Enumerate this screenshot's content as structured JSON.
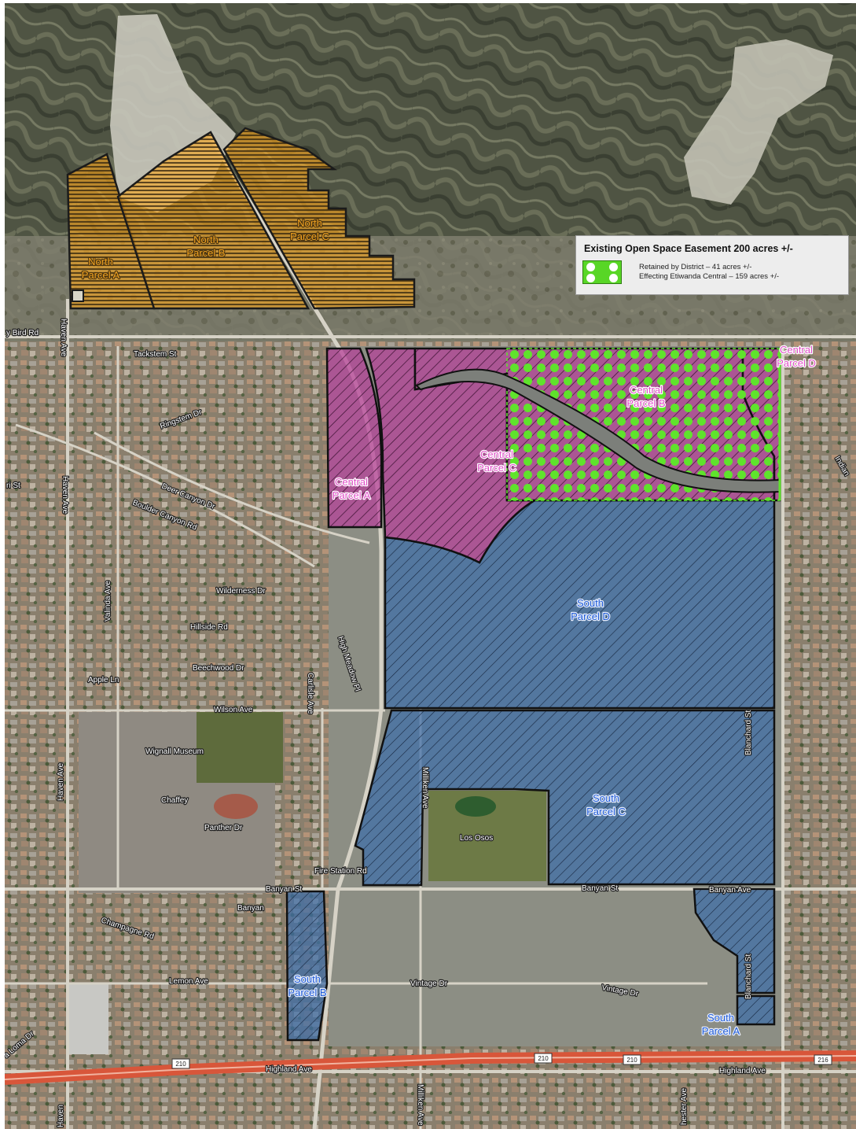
{
  "legend": {
    "title": "Existing Open Space Easement 200 acres +/-",
    "line1": "Retained by District – 41 acres +/-",
    "line2": "Effecting Etiwanda Central – 159 acres +/-",
    "swatch_color": "#58d626"
  },
  "colors": {
    "north": "#f2a321",
    "central": "#c85aa8",
    "south": "#3f6fa8",
    "easement_dots": "#5fe32c",
    "freeway": "#d8563a"
  },
  "parcels": {
    "north_a": [
      "North",
      "Parcel A"
    ],
    "north_b": [
      "North",
      "Parcel B"
    ],
    "north_c": [
      "North",
      "Parcel C"
    ],
    "central_a": [
      "Central",
      "Parcel A"
    ],
    "central_b": [
      "Central",
      "Parcel B"
    ],
    "central_c": [
      "Central",
      "Parcel C"
    ],
    "central_d": [
      "Central",
      "Parcel D"
    ],
    "south_a": [
      "South",
      "Parcel A"
    ],
    "south_b": [
      "South",
      "Parcel B"
    ],
    "south_c": [
      "South",
      "Parcel C"
    ],
    "south_d": [
      "South",
      "Parcel D"
    ]
  },
  "streets": {
    "bird_rd": "y Bird Rd",
    "tackstem": "Tackstem St",
    "ringstem": "Ringstem Dr",
    "deer_canyon": "Deer Canyon Dr",
    "boulder_canyon": "Boulder Canyon Rd",
    "wilderness": "Wilderness Dr",
    "hillside": "Hillside Rd",
    "beechwood": "Beechwood Dr",
    "apple": "Apple Ln",
    "wilson": "Wilson Ave",
    "panther": "Panther Dr",
    "banyan_w": "Banyan St",
    "banyan_c": "Banyan St",
    "banyan_e": "Banyan Ave",
    "champagne": "Champagne Rd",
    "lemon": "Lemon Ave",
    "vintage_w": "Vintage Dr",
    "vintage_e": "Vintage Dr",
    "highland_w": "Highland Ave",
    "highland_e": "Highland Ave",
    "haven_n": "Haven Ave",
    "haven_m": "Haven Ave",
    "haven_s": "Haven Ave",
    "haven_bottom": "Haven",
    "valinda": "Valinda Ave",
    "carlisle": "Carlisle Ave",
    "high_meadow": "High Meadow Pl",
    "milliken_n": "Milliken Ave",
    "milliken_s": "Milliken Ave",
    "blanchard_n": "Blanchard St",
    "blanchard_s": "Blanchard St",
    "fire_station": "Fire Station Rd",
    "indian": "Indian",
    "ri_st": "ri St",
    "la_loma": "a Loma Dr",
    "chester": "hester Ave",
    "banyan_park": "Banyan",
    "wignall": "Wignall Museum",
    "chaffey": "Chaffey",
    "los_osos": "Los Osos"
  },
  "highway": {
    "shield": "210",
    "shield_east": "216"
  }
}
